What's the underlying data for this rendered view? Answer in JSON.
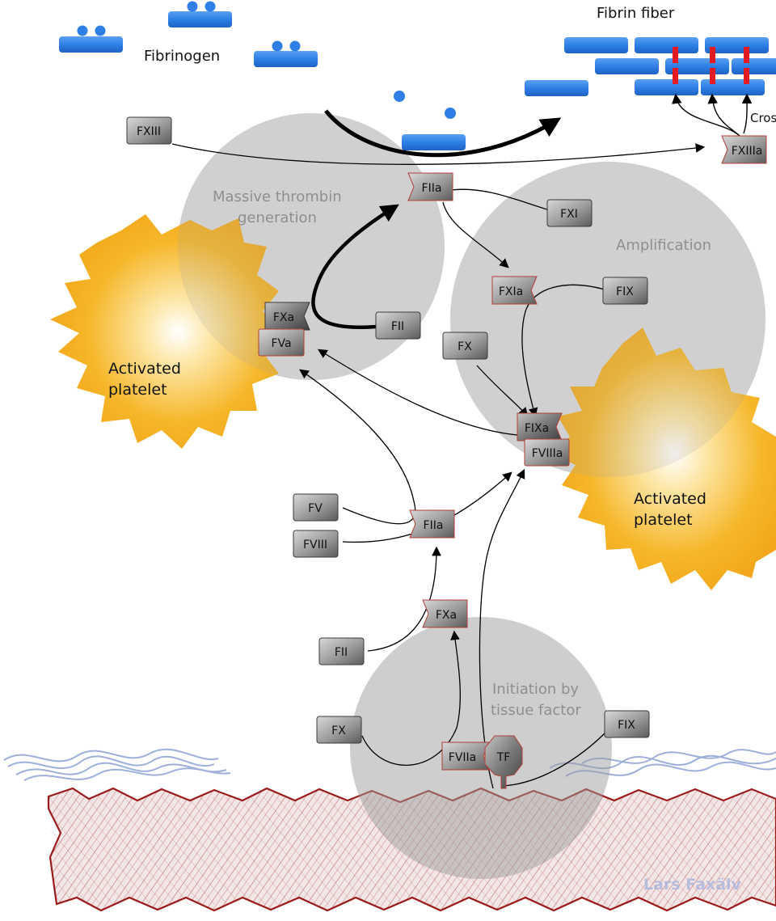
{
  "labels": {
    "fibrinogen": "Fibrinogen",
    "fibrin_fiber": "Fibrin fiber",
    "crosslink": "Cros",
    "massive": "Massive thrombin",
    "massive2": "generation",
    "amplification": "Amplification",
    "initiation": "Initiation by",
    "initiation2": "tissue factor",
    "platelet_a1": "Activated",
    "platelet_a2": "platelet",
    "platelet_b1": "Activated",
    "platelet_b2": "platelet",
    "watermark": "Lars Faxälv"
  },
  "factors": {
    "fxiii": "FXIII",
    "fxiiia": "FXIIIa",
    "fiia_top": "FIIa",
    "fxi": "FXI",
    "fxia": "FXIa",
    "fix_top": "FIX",
    "fxa_top": "FXa",
    "fva": "FVa",
    "fii_top": "FII",
    "fx_mid": "FX",
    "fixa": "FIXa",
    "fviiia": "FVIIIa",
    "fv": "FV",
    "fviii": "FVIII",
    "fiia_mid": "FIIa",
    "fxa_low": "FXa",
    "fii_low": "FII",
    "fx_low": "FX",
    "fviia": "FVIIa",
    "tf": "TF",
    "fix_low": "FIX"
  },
  "colors": {
    "fibrin_blue": "#2f7fe6",
    "crosslink_red": "#e21b23",
    "platelet_yellow": "#f6b72a",
    "zone_gray": "#bdbdbd",
    "factor_gray": "#8a8a8a",
    "active_outline": "#b0403a",
    "tissue_red": "#9b1b1b",
    "fiber_blue": "#8ea2d6"
  }
}
